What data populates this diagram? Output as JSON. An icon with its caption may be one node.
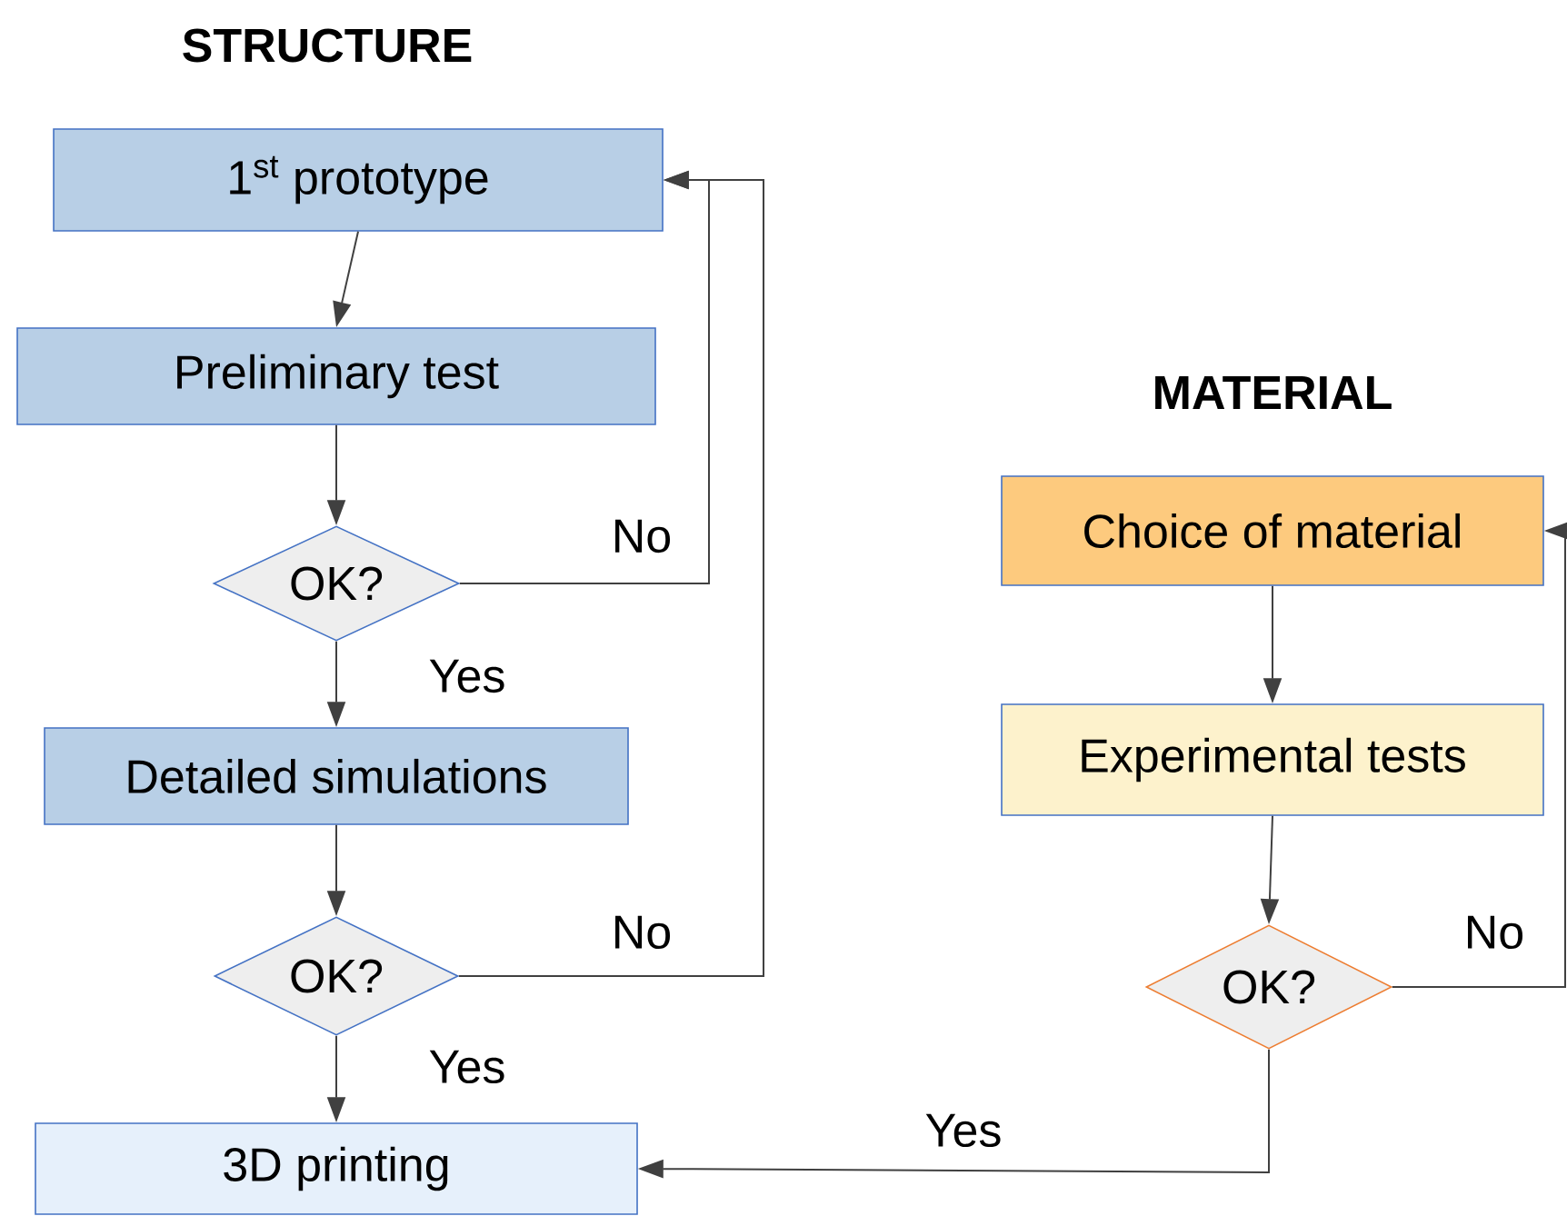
{
  "diagram": {
    "nodes": [
      {
        "text": [
          "1$^{st}$ prototype"
        ]
      },
      {
        "text": [
          "Preliminary test"
        ]
      },
      {
        "text": [
          "OK?"
        ]
      },
      {
        "text": [
          "Detailed simulations"
        ]
      },
      {
        "text": [
          "OK?"
        ]
      },
      {
        "text": [
          "3D printing"
        ]
      },
      {
        "text": [
          "Choice of material"
        ]
      },
      {
        "text": [
          "Experimental tests"
        ]
      },
      {
        "text": [
          "OK?"
        ]
      }
    ],
    "edges": [
      {
        "from": 0,
        "to": 1,
        "arrow": "to"
      },
      {
        "from": 1,
        "to": 2,
        "arrow": "to"
      },
      {
        "from": 2,
        "to": 3,
        "arrow": "to",
        "label": "Yes"
      },
      {
        "from": 2,
        "to": 0,
        "arrow": "to",
        "label": "No"
      },
      {
        "from": 3,
        "to": 4,
        "arrow": "to"
      },
      {
        "from": 4,
        "to": 5,
        "arrow": "to",
        "label": "Yes"
      },
      {
        "from": 4,
        "to": 0,
        "arrow": "to",
        "label": "No"
      },
      {
        "from": 6,
        "to": 7,
        "arrow": "to"
      },
      {
        "from": 7,
        "to": 8,
        "arrow": "to"
      },
      {
        "from": 8,
        "to": 5,
        "arrow": "to",
        "label": "Yes"
      },
      {
        "from": 8,
        "to": 6,
        "arrow": "to",
        "label": "No"
      }
    ],
    "labels": [
      "STRUCTURE",
      "MATERIAL"
    ]
  }
}
